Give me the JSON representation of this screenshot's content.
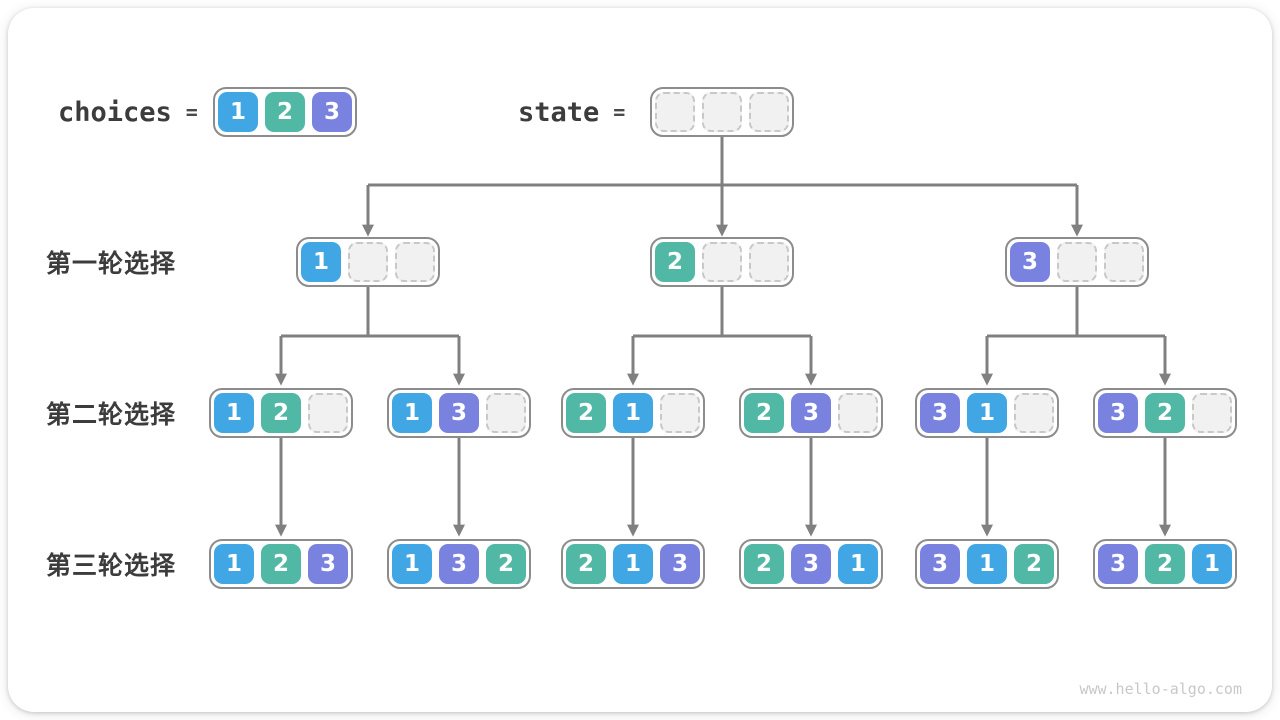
{
  "colors": {
    "blue": "#41A7E4",
    "teal": "#50B8A4",
    "purple": "#7A82E0",
    "line": "#808080",
    "containerBorder": "#8C8C8C",
    "labelText": "#3C3C3C",
    "emptyFill": "#F1F1F1",
    "emptyBorder": "#C8C8C8",
    "watermark": "#C8C8C8"
  },
  "value_colors": {
    "1": "blue",
    "2": "teal",
    "3": "purple",
    "": "empty"
  },
  "header": {
    "choices_label": "choices",
    "choices_equals": "=",
    "state_label": "state",
    "state_equals": "=",
    "choices_cells": [
      "1",
      "2",
      "3"
    ],
    "state_cells": [
      "",
      "",
      ""
    ]
  },
  "rounds": [
    {
      "label": "第一轮选择",
      "boxes": [
        [
          "1",
          "",
          ""
        ],
        [
          "2",
          "",
          ""
        ],
        [
          "3",
          "",
          ""
        ]
      ]
    },
    {
      "label": "第二轮选择",
      "boxes": [
        [
          "1",
          "2",
          ""
        ],
        [
          "1",
          "3",
          ""
        ],
        [
          "2",
          "1",
          ""
        ],
        [
          "2",
          "3",
          ""
        ],
        [
          "3",
          "1",
          ""
        ],
        [
          "3",
          "2",
          ""
        ]
      ]
    },
    {
      "label": "第三轮选择",
      "boxes": [
        [
          "1",
          "2",
          "3"
        ],
        [
          "1",
          "3",
          "2"
        ],
        [
          "2",
          "1",
          "3"
        ],
        [
          "2",
          "3",
          "1"
        ],
        [
          "3",
          "1",
          "2"
        ],
        [
          "3",
          "2",
          "1"
        ]
      ]
    }
  ],
  "watermark": "www.hello-algo.com"
}
